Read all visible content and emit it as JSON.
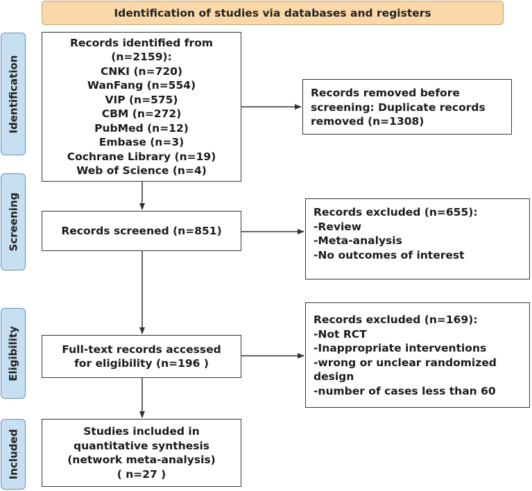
{
  "header": {
    "title": "Identification of studies via databases and registers"
  },
  "phases": {
    "identification": "Identification",
    "screening": "Screening",
    "eligibility": "Eligibility",
    "included": "Included"
  },
  "boxes": {
    "records_identified": {
      "lines": [
        "Records identified from",
        "(n=2159):",
        "CNKI (n=720)",
        "WanFang (n=554)",
        "VIP (n=575)",
        "CBM (n=272)",
        "PubMed (n=12)",
        "Embase (n=3)",
        "Cochrane Library (n=19)",
        "Web of Science (n=4)"
      ]
    },
    "records_removed": {
      "lines": [
        "Records removed before",
        "screening: Duplicate records",
        "removed (n=1308)"
      ]
    },
    "records_screened": {
      "lines": [
        "Records screened (n=851)"
      ]
    },
    "excluded_screening": {
      "lines": [
        "Records excluded (n=655):",
        "-Review",
        "-Meta-analysis",
        "-No outcomes of interest"
      ]
    },
    "full_text": {
      "lines": [
        "Full-text records accessed",
        "for eligibility (n=196 )"
      ]
    },
    "excluded_eligibility": {
      "lines": [
        "Records excluded (n=169):",
        "-Not RCT",
        "-Inappropriate interventions",
        "-wrong or unclear randomized",
        "design",
        "-number of cases less than 60"
      ]
    },
    "included": {
      "lines": [
        "Studies included in",
        "quantitative synthesis",
        "(network meta-analysis)",
        "( n=27 )"
      ]
    }
  }
}
